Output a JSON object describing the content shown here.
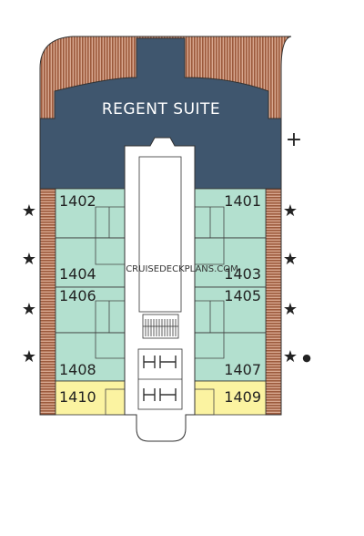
{
  "suite": {
    "label": "REGENT SUITE"
  },
  "cabins": {
    "c1402": "1402",
    "c1401": "1401",
    "c1404": "1404",
    "c1403": "1403",
    "c1406": "1406",
    "c1405": "1405",
    "c1408": "1408",
    "c1407": "1407",
    "c1410": "1410",
    "c1409": "1409"
  },
  "legend_symbols": {
    "star": "★",
    "plus": "+",
    "dot": "●"
  },
  "watermark": "CRUISEDECKPLANS.COM",
  "colors": {
    "suite": "#3f566e",
    "balcony_wood": "#9c5a3c",
    "cabin_green": "#b3e0cf",
    "cabin_yellow": "#fbf3a1",
    "outline": "#333333"
  }
}
